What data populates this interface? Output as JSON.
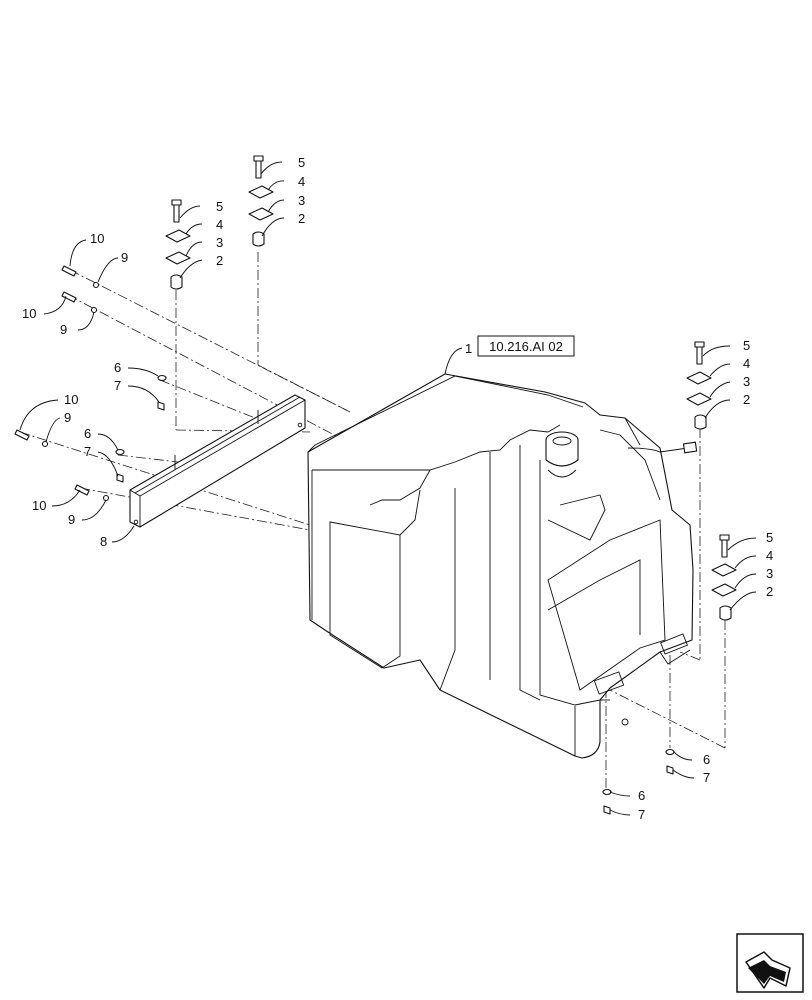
{
  "reference": "10.216.AI 02",
  "callouts": {
    "c_ref_item": "1",
    "c_tr_5": "5",
    "c_tr_4": "4",
    "c_tr_3": "3",
    "c_tr_2": "2",
    "c_tm_5": "5",
    "c_tm_4": "4",
    "c_tm_3": "3",
    "c_tm_2": "2",
    "c_tl_10a": "10",
    "c_tl_9a": "9",
    "c_tl_10b": "10",
    "c_tl_9b": "9",
    "c_l_6a": "6",
    "c_l_7a": "7",
    "c_l_10": "10",
    "c_l_9": "9",
    "c_l_6b": "6",
    "c_l_7b": "7",
    "c_l_10c": "10",
    "c_l_9c": "9",
    "c_l_8": "8",
    "c_r1_5": "5",
    "c_r1_4": "4",
    "c_r1_3": "3",
    "c_r1_2": "2",
    "c_r2_5": "5",
    "c_r2_4": "4",
    "c_r2_3": "3",
    "c_r2_2": "2",
    "c_b_6a": "6",
    "c_b_7a": "7",
    "c_b_6b": "6",
    "c_b_7b": "7"
  },
  "icons": {
    "nav": "arrow-box-icon"
  }
}
